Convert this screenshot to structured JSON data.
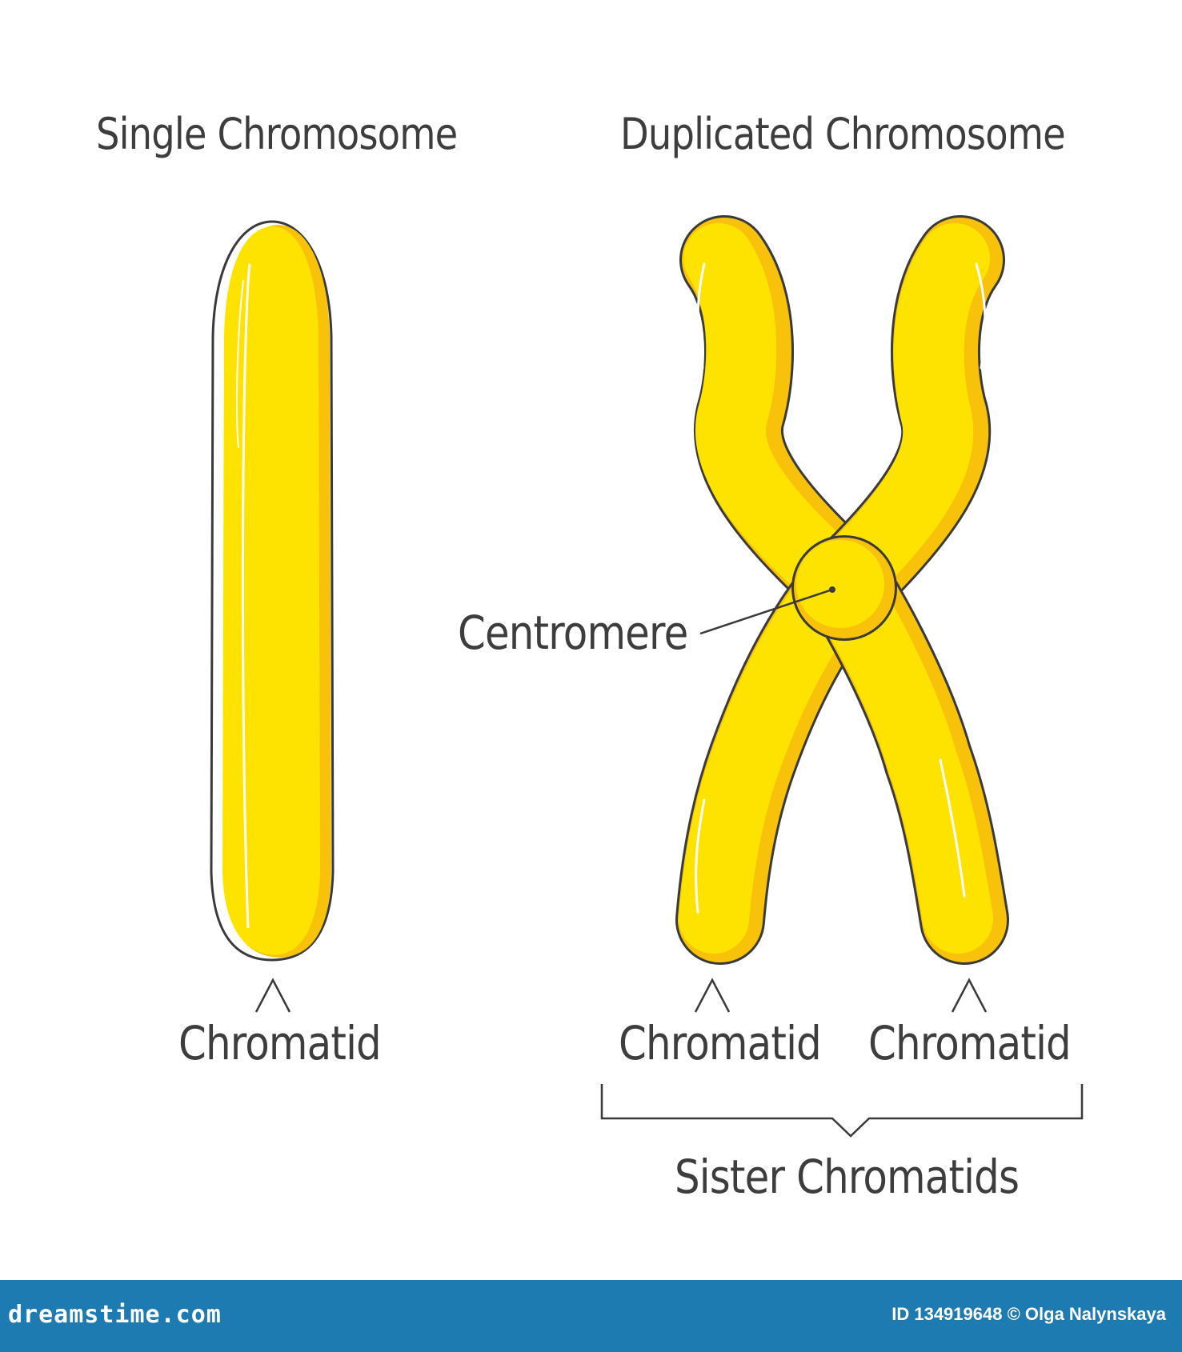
{
  "titles": {
    "single": "Single Chromosome",
    "duplicated": "Duplicated Chromosome"
  },
  "labels": {
    "chromatid_single": "Chromatid",
    "chromatid_left": "Chromatid",
    "chromatid_right": "Chromatid",
    "centromere": "Centromere",
    "sister_chromatids": "Sister Chromatids"
  },
  "footer": {
    "brand": "dreamstime.com",
    "id_credit": "ID 134919648 © Olga Nalynskaya"
  },
  "colors": {
    "chromosome_fill": "#ffe300",
    "chromosome_shade": "#f9c20a",
    "outline": "#3a3a3a",
    "text": "#3d3d3d",
    "footer_bg": "#1d7bb1"
  }
}
